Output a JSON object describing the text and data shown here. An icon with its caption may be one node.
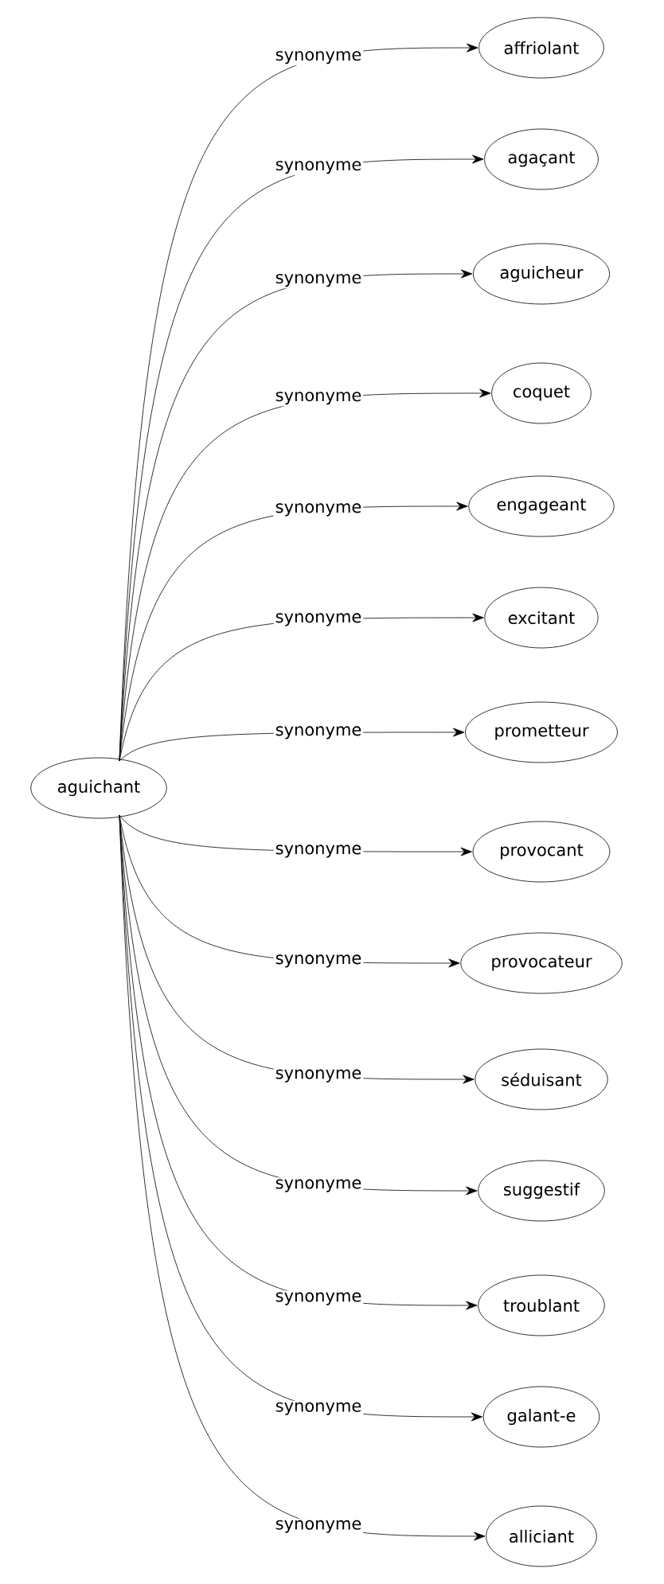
{
  "diagram": {
    "nodes": [
      {
        "text": [
          "aguichant"
        ]
      },
      {
        "text": [
          "affriolant"
        ]
      },
      {
        "text": [
          "agaçant"
        ]
      },
      {
        "text": [
          "aguicheur"
        ]
      },
      {
        "text": [
          "coquet"
        ]
      },
      {
        "text": [
          "engageant"
        ]
      },
      {
        "text": [
          "excitant"
        ]
      },
      {
        "text": [
          "prometteur"
        ]
      },
      {
        "text": [
          "provocant"
        ]
      },
      {
        "text": [
          "provocateur"
        ]
      },
      {
        "text": [
          "séduisant"
        ]
      },
      {
        "text": [
          "suggestif"
        ]
      },
      {
        "text": [
          "troublant"
        ]
      },
      {
        "text": [
          "galant-e"
        ]
      },
      {
        "text": [
          "alliciant"
        ]
      }
    ],
    "edges": [
      {
        "from": 0,
        "to": 1,
        "arrow": "to",
        "label": "synonyme"
      },
      {
        "from": 0,
        "to": 2,
        "arrow": "to",
        "label": "synonyme"
      },
      {
        "from": 0,
        "to": 3,
        "arrow": "to",
        "label": "synonyme"
      },
      {
        "from": 0,
        "to": 4,
        "arrow": "to",
        "label": "synonyme"
      },
      {
        "from": 0,
        "to": 5,
        "arrow": "to",
        "label": "synonyme"
      },
      {
        "from": 0,
        "to": 6,
        "arrow": "to",
        "label": "synonyme"
      },
      {
        "from": 0,
        "to": 7,
        "arrow": "to",
        "label": "synonyme"
      },
      {
        "from": 0,
        "to": 8,
        "arrow": "to",
        "label": "synonyme"
      },
      {
        "from": 0,
        "to": 9,
        "arrow": "to",
        "label": "synonyme"
      },
      {
        "from": 0,
        "to": 10,
        "arrow": "to",
        "label": "synonyme"
      },
      {
        "from": 0,
        "to": 11,
        "arrow": "to",
        "label": "synonyme"
      },
      {
        "from": 0,
        "to": 12,
        "arrow": "to",
        "label": "synonyme"
      },
      {
        "from": 0,
        "to": 13,
        "arrow": "to",
        "label": "synonyme"
      },
      {
        "from": 0,
        "to": 14,
        "arrow": "to",
        "label": "synonyme"
      }
    ]
  }
}
